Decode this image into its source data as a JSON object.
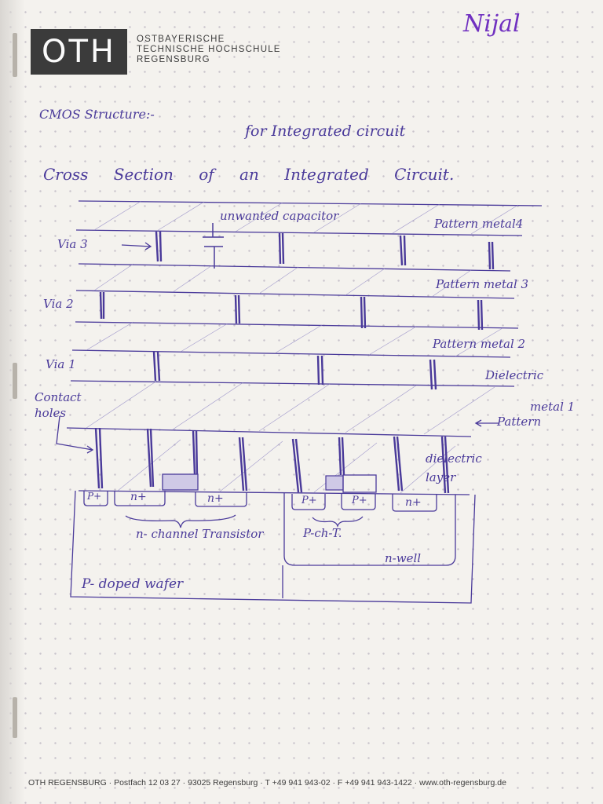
{
  "header": {
    "logo": "OTH",
    "institution_lines": [
      "OSTBAYERISCHE",
      "TECHNISCHE HOCHSCHULE",
      "REGENSBURG"
    ],
    "signature": "Nijal"
  },
  "notes": {
    "heading": "CMOS Structure:-",
    "subheading": "for Integrated circuit",
    "title": "Cross Section of an Integrated Circuit.",
    "labels": {
      "unwanted_capacitor": "unwanted capacitor",
      "pattern_metal_4": "Pattern metal4",
      "via_3": "Via 3",
      "pattern_metal_3": "Pattern metal 3",
      "via_2": "Via 2",
      "pattern_metal_2": "Pattern metal 2",
      "via_1": "Via 1",
      "dielectric": "Dielectric",
      "contact_holes": "Contact holes",
      "metal_1": "metal 1",
      "pattern": "Pattern",
      "dielectric_layer": "dielectric layer",
      "p_plus": "P+",
      "n_plus": "n+",
      "n_channel_transistor": "n- channel Transistor",
      "p_ch_t": "P-ch-T.",
      "n_well": "n-well",
      "p_doped_wafer": "P- doped wafer"
    }
  },
  "footer": {
    "text": "OTH REGENSBURG · Postfach 12 03 27 · 93025 Regensburg · T +49 941 943-02 · F +49 941 943-1422 · www.oth-regensburg.de"
  },
  "colors": {
    "ink": "#4a3a9a",
    "signature_ink": "#7030c0",
    "paper": "#f4f2ee",
    "logo_bg": "#3b3b3b"
  }
}
